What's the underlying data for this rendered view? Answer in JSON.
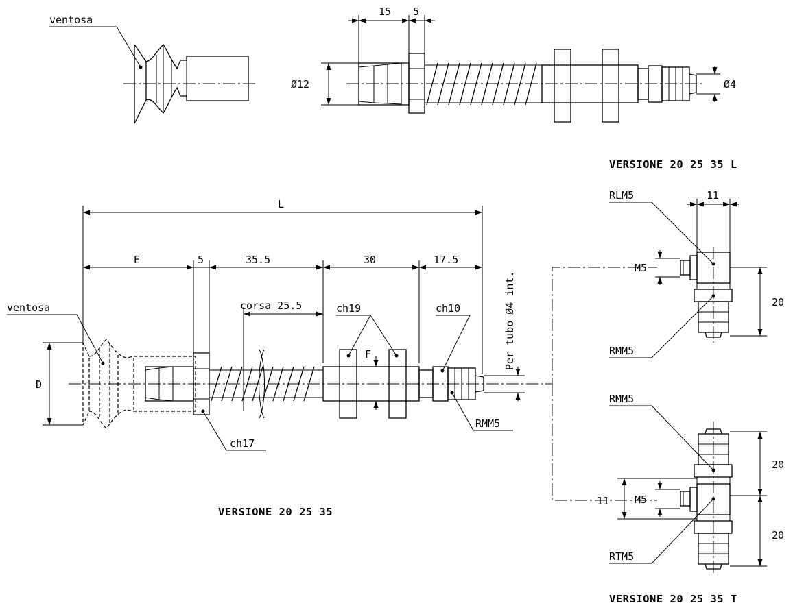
{
  "top_view": {
    "ventosa_label": "ventosa",
    "dim_15": "15",
    "dim_5": "5",
    "diam_12": "Ø12",
    "diam_4": "Ø4"
  },
  "main_view": {
    "title": "VERSIONE 20 25 35",
    "dim_L": "L",
    "dim_E": "E",
    "dim_5": "5",
    "dim_35_5": "35.5",
    "dim_30": "30",
    "dim_17_5": "17.5",
    "ventosa_label": "ventosa",
    "corsa_label": "corsa 25.5",
    "ch19_label": "ch19",
    "ch10_label": "ch10",
    "ch17_label": "ch17",
    "F_label": "F",
    "D_label": "D",
    "rmm5_label": "RMM5",
    "tube_label": "Per tubo Ø4 int."
  },
  "version_l": {
    "title": "VERSIONE 20 25 35 L",
    "rlm5_label": "RLM5",
    "dim_11": "11",
    "m5_label": "M5",
    "dim_20": "20",
    "rmm5_label": "RMM5"
  },
  "version_t": {
    "title": "VERSIONE 20 25 35 T",
    "rmm5_label": "RMM5",
    "dim_20_top": "20",
    "dim_11": "11",
    "m5_label": "M5",
    "dim_20_bottom": "20",
    "rtm5_label": "RTM5"
  }
}
